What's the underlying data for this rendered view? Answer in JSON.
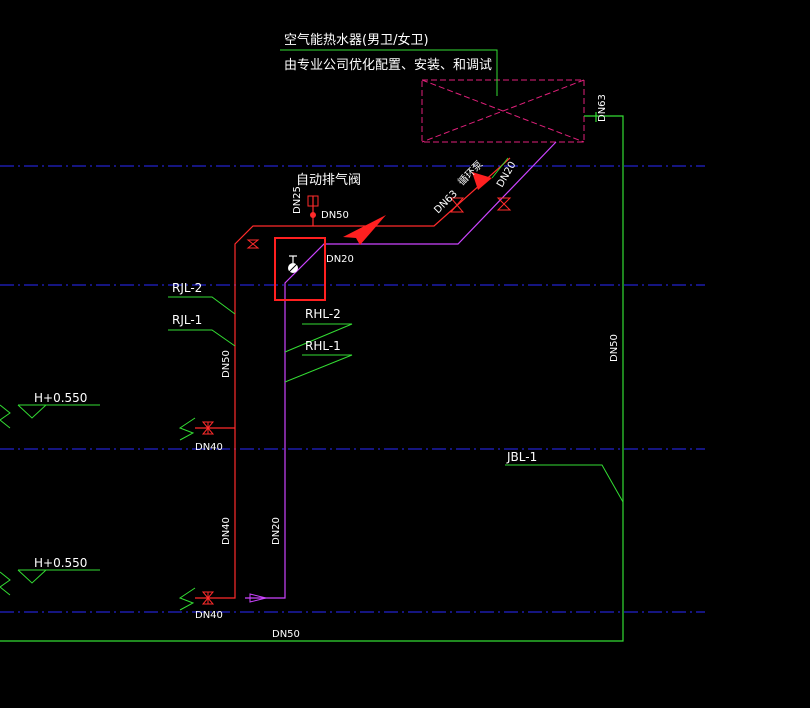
{
  "colors": {
    "background": "#000000",
    "supply_pipe": "#ff2b2b",
    "return_pipe": "#cc44ff",
    "cold_pipe": "#33dd33",
    "floor_line": "#2a2aff",
    "leader": "#33dd33",
    "heater_outline": "#e0207a",
    "highlight_box": "#ff2020",
    "arrow": "#ff2020",
    "text": "#ffffff"
  },
  "heater": {
    "title": "空气能热水器(男卫/女卫)",
    "note": "由专业公司优化配置、安装、和调试"
  },
  "labels": {
    "auto_vent": "自动排气阀",
    "circ_pump": "循环泵",
    "rjl2": "RJL-2",
    "rjl1": "RJL-1",
    "rhl2": "RHL-2",
    "rhl1": "RHL-1",
    "jbl1": "JBL-1",
    "level_upper": "H+0.550",
    "level_lower": "H+0.550"
  },
  "pipe_sizes": {
    "dn25": "DN25",
    "dn50_vent": "DN50",
    "dn63": "DN63",
    "dn20_pump": "DN20",
    "dn20_highlight": "DN20",
    "dn50_riser": "DN50",
    "dn40_upper": "DN40",
    "dn40_riser": "DN40",
    "dn20_return": "DN20",
    "dn40_lower": "DN40",
    "dn50_bottom": "DN50",
    "dn50_cold": "DN50",
    "dn63_top": "DN63"
  }
}
